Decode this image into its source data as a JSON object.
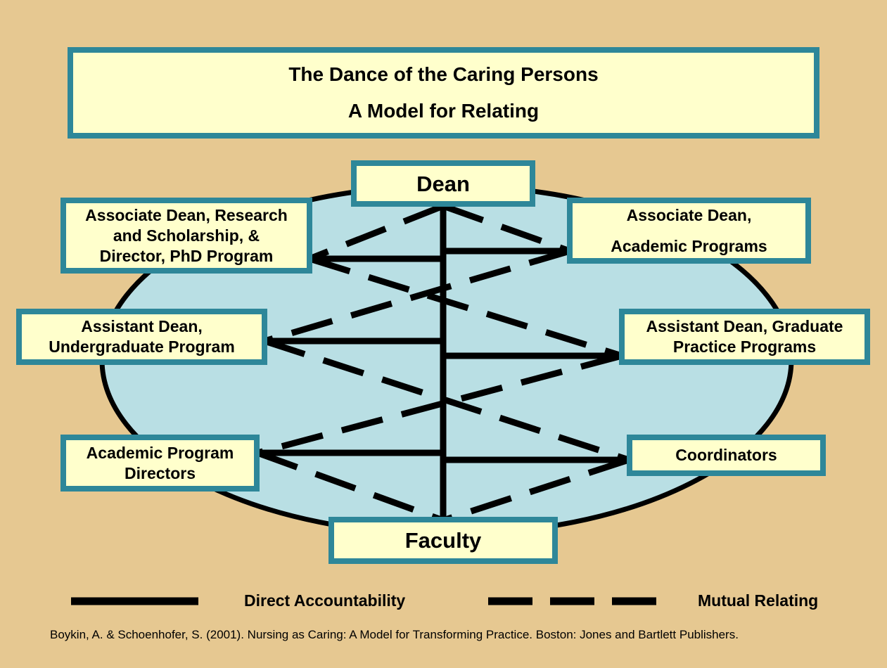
{
  "title": {
    "line1": "The Dance of the Caring Persons",
    "line2": "A Model for Relating"
  },
  "colors": {
    "background": "#e6c891",
    "ellipse_fill": "#b9dfe4",
    "box_fill": "#ffffcc",
    "box_border": "#2e8799",
    "line": "#000000"
  },
  "nodes": {
    "dean": {
      "lines": [
        "Dean"
      ]
    },
    "assoc_dean_research": {
      "lines": [
        "Associate Dean, Research",
        "and Scholarship, &",
        "Director, PhD Program"
      ]
    },
    "assoc_dean_academic": {
      "lines": [
        "Associate Dean,",
        "Academic Programs"
      ]
    },
    "asst_dean_undergrad": {
      "lines": [
        "Assistant Dean,",
        "Undergraduate Program"
      ]
    },
    "asst_dean_grad": {
      "lines": [
        "Assistant Dean, Graduate",
        "Practice Programs"
      ]
    },
    "academic_directors": {
      "lines": [
        "Academic Program",
        "Directors"
      ]
    },
    "coordinators": {
      "lines": [
        "Coordinators"
      ]
    },
    "faculty": {
      "lines": [
        "Faculty"
      ]
    }
  },
  "relations": {
    "direct_accountability": [
      [
        "dean",
        "faculty"
      ],
      [
        "dean",
        "assoc_dean_research"
      ],
      [
        "dean",
        "assoc_dean_academic"
      ],
      [
        "dean",
        "asst_dean_undergrad"
      ],
      [
        "dean",
        "asst_dean_grad"
      ],
      [
        "dean",
        "academic_directors"
      ],
      [
        "dean",
        "coordinators"
      ]
    ],
    "mutual_relating": [
      [
        "dean",
        "assoc_dean_research"
      ],
      [
        "dean",
        "assoc_dean_academic"
      ],
      [
        "assoc_dean_research",
        "asst_dean_grad"
      ],
      [
        "assoc_dean_academic",
        "asst_dean_undergrad"
      ],
      [
        "asst_dean_undergrad",
        "coordinators"
      ],
      [
        "asst_dean_grad",
        "academic_directors"
      ],
      [
        "academic_directors",
        "faculty"
      ],
      [
        "coordinators",
        "faculty"
      ]
    ]
  },
  "legend": {
    "solid_label": "Direct Accountability",
    "dashed_label": "Mutual Relating"
  },
  "citation": "Boykin, A. & Schoenhofer, S. (2001).  Nursing as Caring:  A Model for Transforming Practice.  Boston:  Jones and Bartlett Publishers."
}
